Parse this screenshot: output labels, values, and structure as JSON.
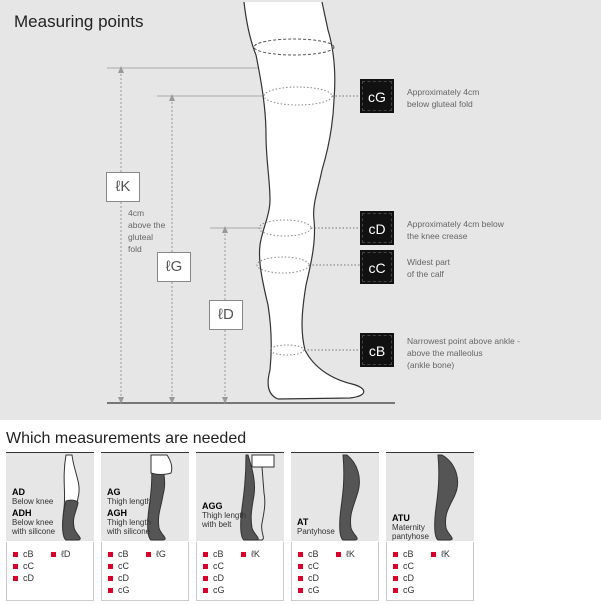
{
  "diagram": {
    "title": "Measuring points",
    "length_labels": [
      {
        "id": "lK",
        "label": "ℓK",
        "note": "4cm\nabove the\ngluteal\nfold"
      },
      {
        "id": "lG",
        "label": "ℓG"
      },
      {
        "id": "lD",
        "label": "ℓD"
      }
    ],
    "circumferences": [
      {
        "code": "cG",
        "text": "Approximately 4cm\nbelow gluteal fold"
      },
      {
        "code": "cD",
        "text": "Approximately 4cm below\nthe knee crease"
      },
      {
        "code": "cC",
        "text": "Widest part\nof the calf"
      },
      {
        "code": "cB",
        "text": "Narrowest point above ankle -\nabove the malleolus\n(ankle bone)"
      }
    ]
  },
  "needed": {
    "title": "Which measurements are needed",
    "cards": [
      {
        "codes": [
          {
            "code": "AD",
            "desc": "Below knee"
          },
          {
            "code": "ADH",
            "desc": "Below knee\nwith silicone"
          }
        ],
        "col1": [
          "cB",
          "cC",
          "cD"
        ],
        "col2": [
          "ℓD"
        ]
      },
      {
        "codes": [
          {
            "code": "AG",
            "desc": "Thigh length"
          },
          {
            "code": "AGH",
            "desc": "Thigh length\nwith silicone"
          }
        ],
        "col1": [
          "cB",
          "cC",
          "cD",
          "cG"
        ],
        "col2": [
          "ℓG"
        ]
      },
      {
        "codes": [
          {
            "code": "AGG",
            "desc": "Thigh length\nwith belt"
          }
        ],
        "col1": [
          "cB",
          "cC",
          "cD",
          "cG"
        ],
        "col2": [
          "ℓK"
        ]
      },
      {
        "codes": [
          {
            "code": "AT",
            "desc": "Pantyhose"
          }
        ],
        "col1": [
          "cB",
          "cC",
          "cD",
          "cG"
        ],
        "col2": [
          "ℓK"
        ]
      },
      {
        "codes": [
          {
            "code": "ATU",
            "desc": "Maternity\npantyhose"
          }
        ],
        "col1": [
          "cB",
          "cC",
          "cD",
          "cG"
        ],
        "col2": [
          "ℓK"
        ]
      }
    ]
  }
}
